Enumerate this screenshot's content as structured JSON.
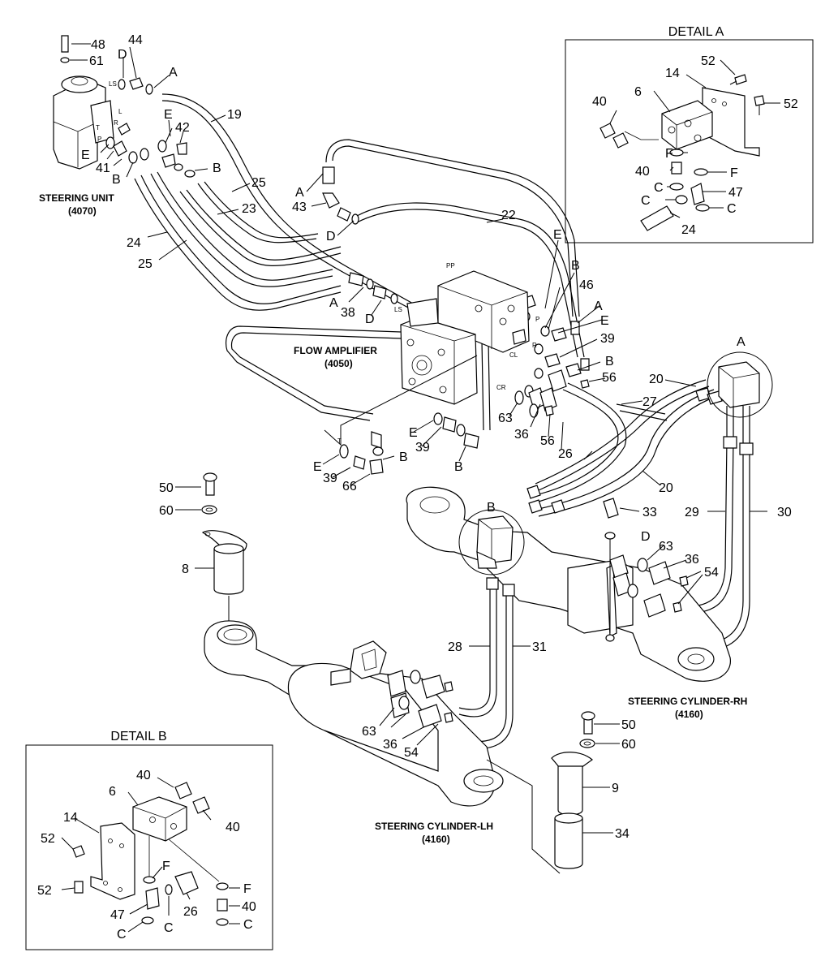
{
  "callouts": {
    "n48": "48",
    "n61": "61",
    "n44": "44",
    "D1": "D",
    "A1": "A",
    "LS1": "LS",
    "L1": "L",
    "R1": "R",
    "T1": "T",
    "P1": "P",
    "n19": "19",
    "E1": "E",
    "n42": "42",
    "E2": "E",
    "n41": "41",
    "B1": "B",
    "B2": "B",
    "n25a": "25",
    "n23": "23",
    "n24a": "24",
    "n25b": "25",
    "A2": "A",
    "n43": "43",
    "D2": "D",
    "n22": "22",
    "PP": "PP",
    "A3": "A",
    "n38": "38",
    "D3": "D",
    "LS2": "LS",
    "E3": "E",
    "B3": "B",
    "n46": "46",
    "P2": "P",
    "A4": "A",
    "E4": "E",
    "n39a": "39",
    "R2": "R",
    "CL": "CL",
    "B4": "B",
    "n56a": "56",
    "CR": "CR",
    "n63a": "63",
    "n36a": "36",
    "n56b": "56",
    "n26": "26",
    "n27": "27",
    "n20a": "20",
    "n20b": "20",
    "A5": "A",
    "E5": "E",
    "n39b": "39",
    "B5": "B",
    "T2": "T",
    "E6": "E",
    "n39c": "39",
    "n66": "66",
    "B6": "B",
    "n50a": "50",
    "n60a": "60",
    "n8": "8",
    "n33": "33",
    "B7": "B",
    "n29": "29",
    "n30": "30",
    "D4": "D",
    "n63b": "63",
    "n36b": "36",
    "n54a": "54",
    "n28": "28",
    "n31": "31",
    "n63c": "63",
    "n36c": "36",
    "n54b": "54",
    "n50b": "50",
    "n60b": "60",
    "n9": "9",
    "n34": "34",
    "dA_52a": "52",
    "dA_14": "14",
    "dA_6": "6",
    "dA_52b": "52",
    "dA_40a": "40",
    "dA_F1": "F",
    "dA_40b": "40",
    "dA_F2": "F",
    "dA_C1": "C",
    "dA_C2": "C",
    "dA_47": "47",
    "dA_C3": "C",
    "dA_24": "24",
    "dB_40a": "40",
    "dB_6": "6",
    "dB_14": "14",
    "dB_40b": "40",
    "dB_52a": "52",
    "dB_52b": "52",
    "dB_F1": "F",
    "dB_F2": "F",
    "dB_47": "47",
    "dB_C1": "C",
    "dB_26": "26",
    "dB_40c": "40",
    "dB_C2": "C",
    "dB_C3": "C"
  },
  "captions": {
    "steering_unit": "STEERING UNIT",
    "steering_unit_code": "(4070)",
    "flow_amplifier": "FLOW AMPLIFIER",
    "flow_amplifier_code": "(4050)",
    "cyl_rh": "STEERING CYLINDER-RH",
    "cyl_rh_code": "(4160)",
    "cyl_lh": "STEERING CYLINDER-LH",
    "cyl_lh_code": "(4160)",
    "detail_a": "DETAIL A",
    "detail_b": "DETAIL B"
  },
  "colors": {
    "ink": "#000000",
    "paper": "#ffffff"
  }
}
